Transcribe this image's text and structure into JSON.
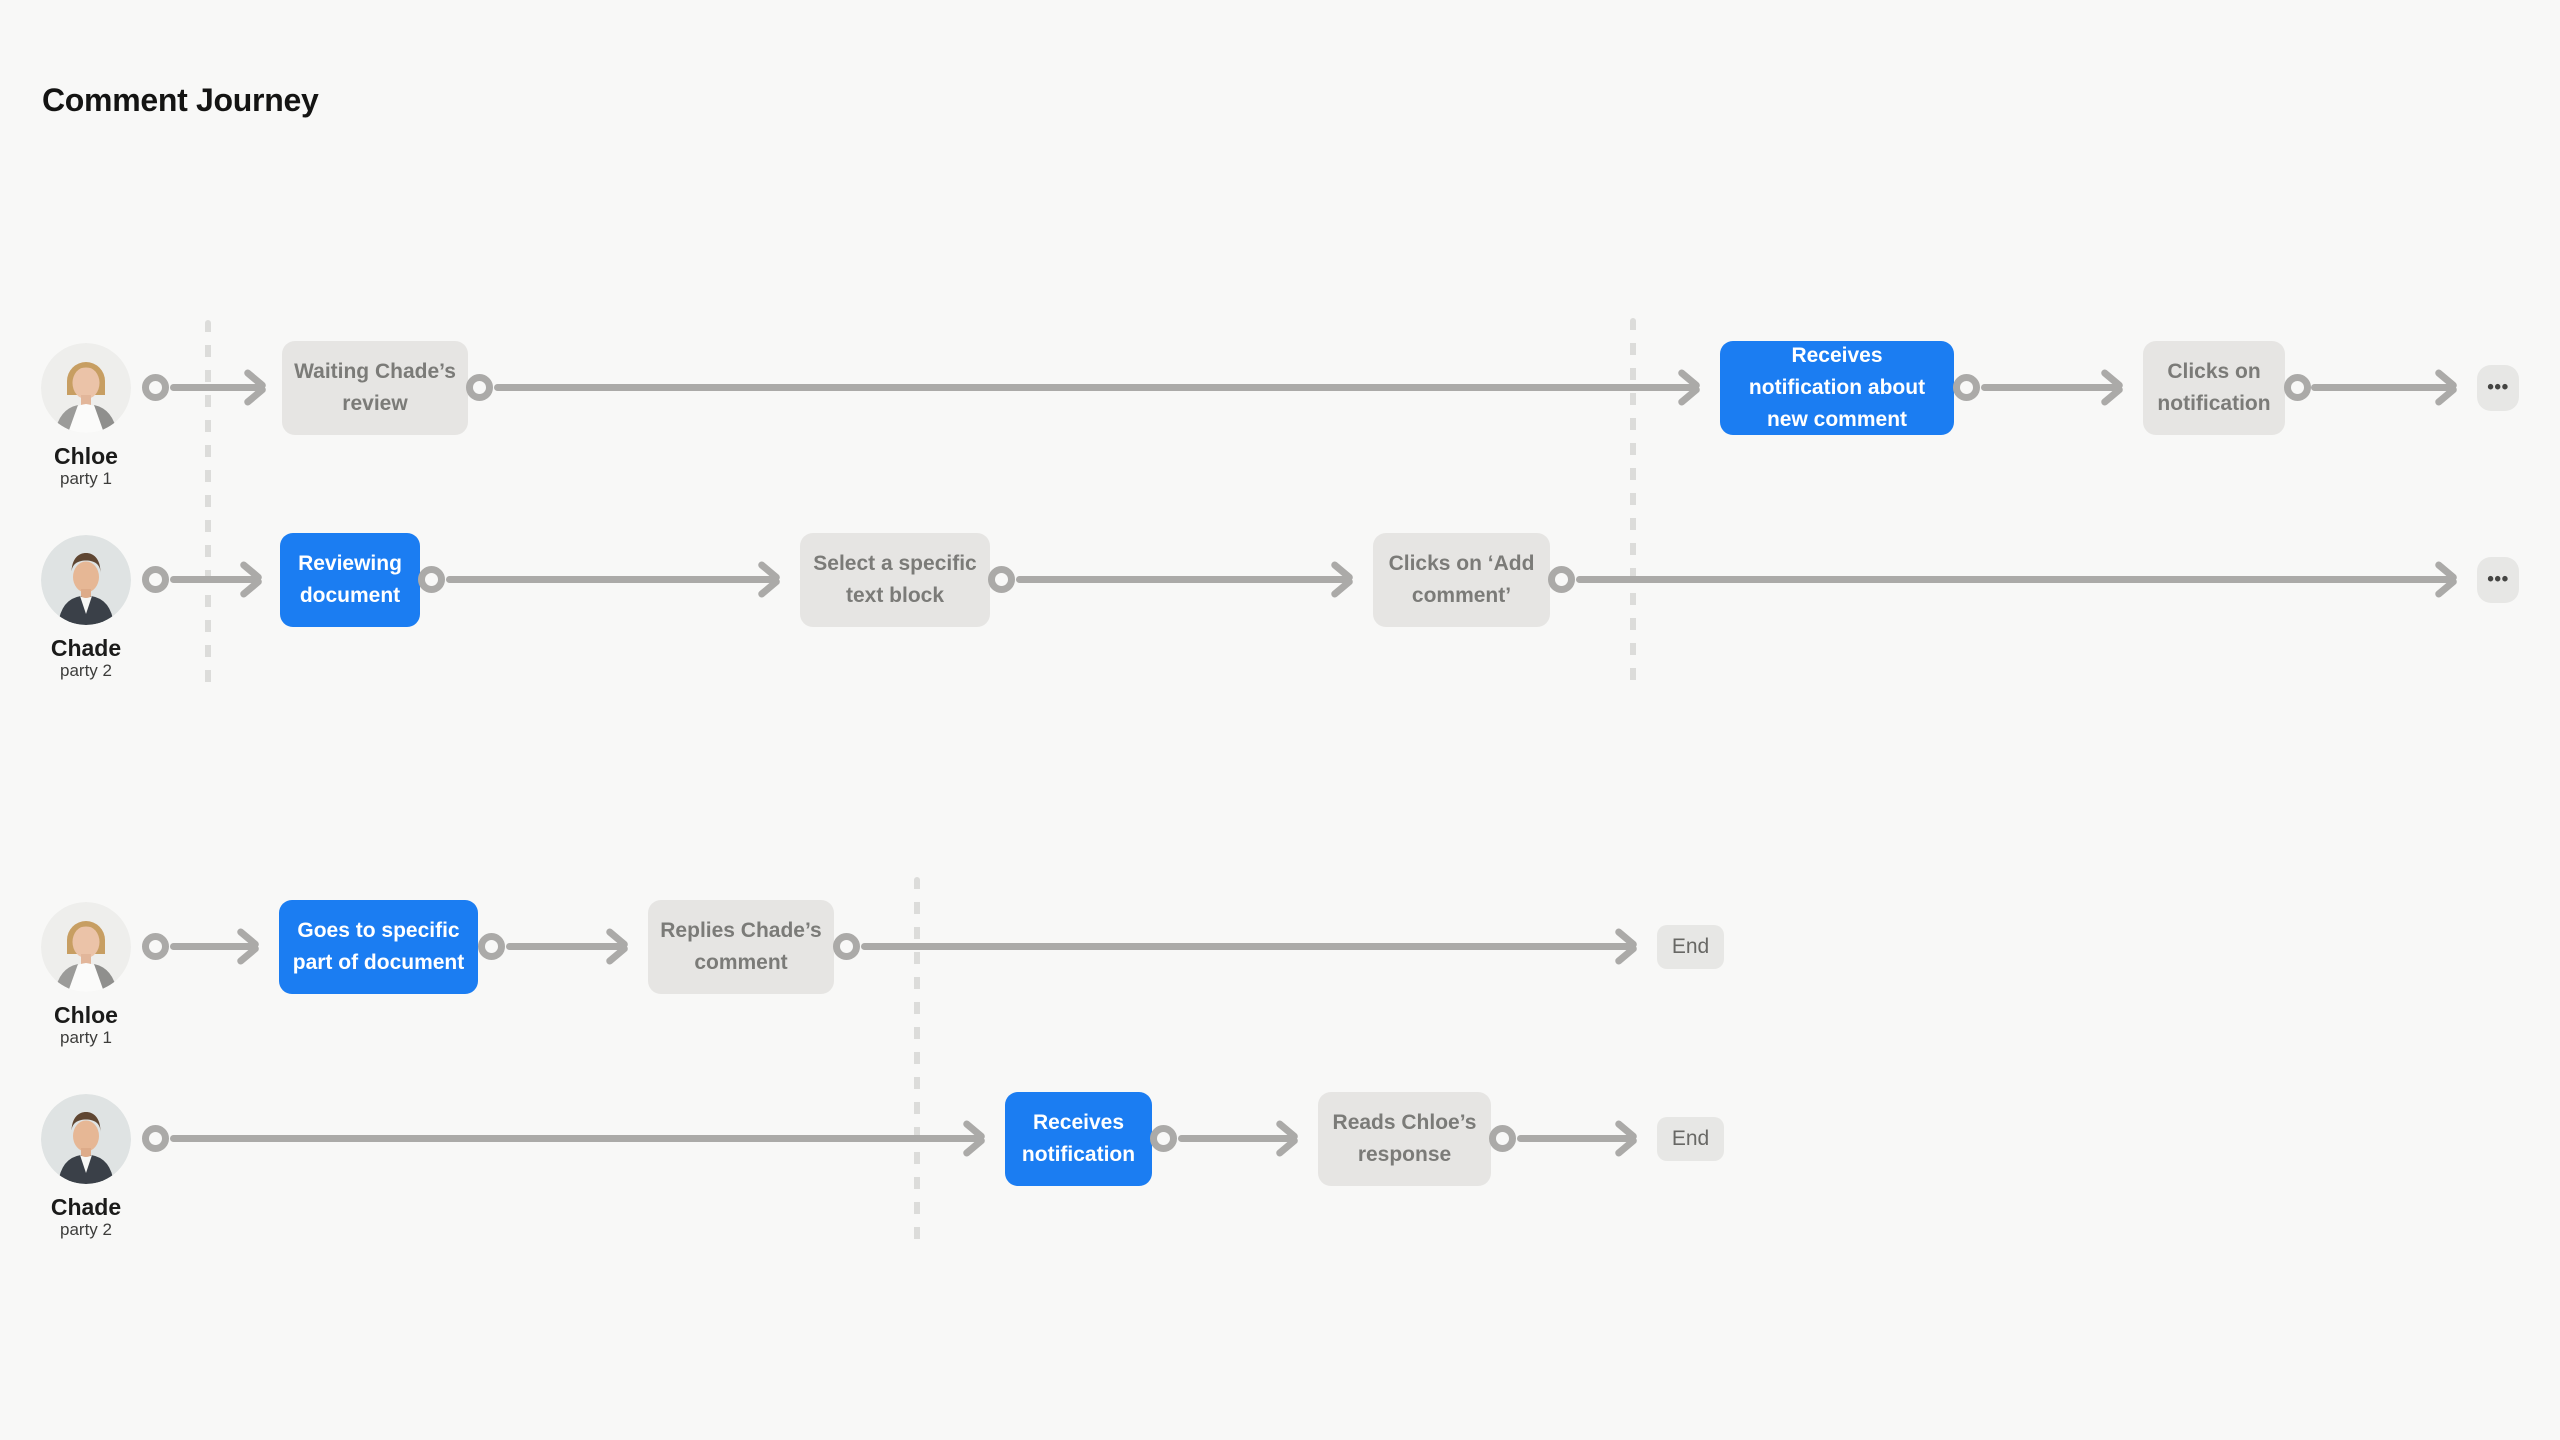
{
  "title": "Comment Journey",
  "icons": {
    "ellipsis": "•••"
  },
  "colors": {
    "background": "#f8f8f7",
    "accent_blue": "#1b7df2",
    "node_gray_bg": "#e6e5e3",
    "node_gray_text": "#7b7b78",
    "line_gray": "#abaaa8",
    "dash_gray": "#dcdcda"
  },
  "sections": [
    {
      "lanes": [
        {
          "name": "Chloe",
          "role": "party 1",
          "nodes": [
            {
              "label": "Waiting Chade’s review",
              "type": "default"
            },
            {
              "label": "Receives notification about new comment",
              "type": "highlight"
            },
            {
              "label": "Clicks on notification",
              "type": "default"
            },
            {
              "label": "",
              "type": "ellipsis"
            }
          ]
        },
        {
          "name": "Chade",
          "role": "party 2",
          "nodes": [
            {
              "label": "Reviewing document",
              "type": "highlight"
            },
            {
              "label": "Select a specific text block",
              "type": "default"
            },
            {
              "label": "Clicks on ‘Add comment’",
              "type": "default"
            },
            {
              "label": "",
              "type": "ellipsis"
            }
          ]
        }
      ]
    },
    {
      "lanes": [
        {
          "name": "Chloe",
          "role": "party 1",
          "nodes": [
            {
              "label": "Goes to specific part of document",
              "type": "highlight"
            },
            {
              "label": "Replies Chade’s comment",
              "type": "default"
            },
            {
              "label": "End",
              "type": "end"
            }
          ]
        },
        {
          "name": "Chade",
          "role": "party 2",
          "nodes": [
            {
              "label": "Receives notification",
              "type": "highlight"
            },
            {
              "label": "Reads Chloe’s response",
              "type": "default"
            },
            {
              "label": "End",
              "type": "end"
            }
          ]
        }
      ]
    }
  ]
}
